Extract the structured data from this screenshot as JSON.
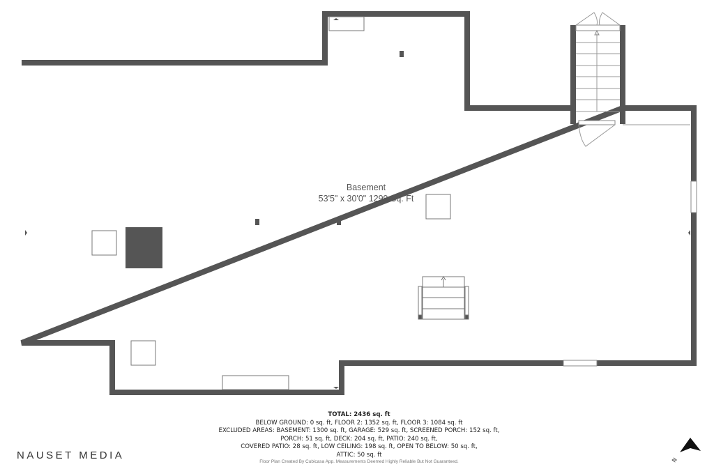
{
  "room": {
    "name": "Basement",
    "dimensions": "53'5\" x 30'0\" 1299 Sq. Ft"
  },
  "summary": {
    "total": "TOTAL: 2436 sq. ft",
    "lines": [
      "BELOW GROUND: 0 sq. ft, FLOOR 2: 1352 sq. ft, FLOOR 3: 1084 sq. ft",
      "EXCLUDED AREAS: BASEMENT: 1300 sq. ft, GARAGE: 529 sq. ft, SCREENED PORCH: 152 sq. ft,",
      "PORCH: 51 sq. ft, DECK: 204 sq. ft, PATIO: 240 sq. ft,",
      "COVERED PATIO: 28 sq. ft, LOW CEILING: 198 sq. ft, OPEN TO BELOW: 50 sq. ft,",
      "ATTIC: 50 sq. ft"
    ]
  },
  "disclaimer": "Floor Plan Created By Cubicasa App. Measurements Deemed Highly Reliable But Not Guaranteed.",
  "brand": "NAUSET MEDIA",
  "compass": {
    "label": "N"
  },
  "colors": {
    "wall": "#555555",
    "line": "#888888"
  }
}
